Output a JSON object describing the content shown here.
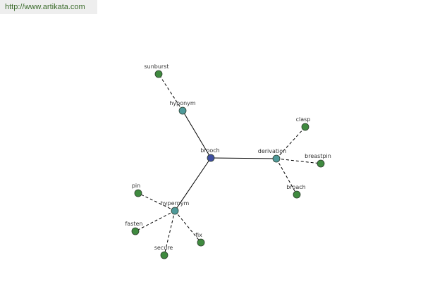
{
  "site": {
    "url": "http://www.artikata.com"
  },
  "colors": {
    "center_node": "#3f4ea0",
    "relation_node": "#4f9a9a",
    "leaf_node": "#3f8a3f",
    "node_stroke": "#2d3d2d",
    "edge": "#000000",
    "banner_bg": "#eeeeee",
    "url_text": "#3a6b2a"
  },
  "graph": {
    "nodes": [
      {
        "id": "brooch",
        "label": "brooch",
        "kind": "center"
      },
      {
        "id": "hyponym",
        "label": "hyponym",
        "kind": "relation"
      },
      {
        "id": "derivation",
        "label": "derivation",
        "kind": "relation"
      },
      {
        "id": "hypernym",
        "label": "hypernym",
        "kind": "relation"
      },
      {
        "id": "sunburst",
        "label": "sunburst",
        "kind": "leaf"
      },
      {
        "id": "clasp",
        "label": "clasp",
        "kind": "leaf"
      },
      {
        "id": "breastpin",
        "label": "breastpin",
        "kind": "leaf"
      },
      {
        "id": "broach",
        "label": "broach",
        "kind": "leaf"
      },
      {
        "id": "pin",
        "label": "pin",
        "kind": "leaf"
      },
      {
        "id": "fasten",
        "label": "fasten",
        "kind": "leaf"
      },
      {
        "id": "secure",
        "label": "secure",
        "kind": "leaf"
      },
      {
        "id": "fix",
        "label": "fix",
        "kind": "leaf"
      }
    ],
    "edges": [
      {
        "from": "brooch",
        "to": "hyponym",
        "style": "solid"
      },
      {
        "from": "brooch",
        "to": "derivation",
        "style": "solid"
      },
      {
        "from": "brooch",
        "to": "hypernym",
        "style": "solid"
      },
      {
        "from": "hyponym",
        "to": "sunburst",
        "style": "dashed"
      },
      {
        "from": "derivation",
        "to": "clasp",
        "style": "dashed"
      },
      {
        "from": "derivation",
        "to": "breastpin",
        "style": "dashed"
      },
      {
        "from": "derivation",
        "to": "broach",
        "style": "dashed"
      },
      {
        "from": "hypernym",
        "to": "pin",
        "style": "dashed"
      },
      {
        "from": "hypernym",
        "to": "fasten",
        "style": "dashed"
      },
      {
        "from": "hypernym",
        "to": "secure",
        "style": "dashed"
      },
      {
        "from": "hypernym",
        "to": "fix",
        "style": "dashed"
      }
    ]
  }
}
